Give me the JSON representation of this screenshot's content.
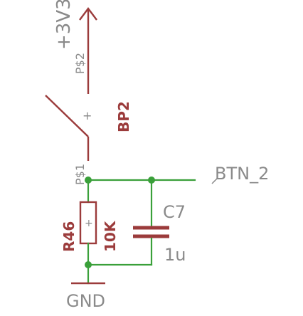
{
  "labels": {
    "supply": "+3V3",
    "pin_top": "P$2",
    "pin_bottom": "P$1",
    "button_name": "BP2",
    "plus": "+",
    "net": "BTN_2",
    "cap_name": "C7",
    "cap_value": "1u",
    "res_name": "R46",
    "res_value": "10K",
    "ground": "GND"
  }
}
